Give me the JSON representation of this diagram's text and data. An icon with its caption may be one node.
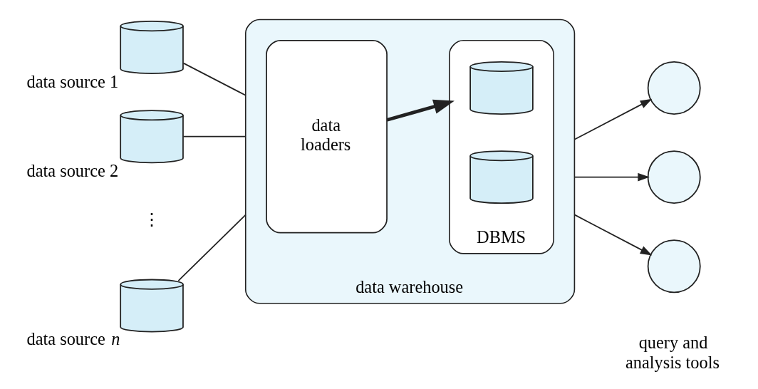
{
  "diagram": {
    "nodes": [
      {
        "text": [],
        "shape": "cylinder",
        "beside": [
          "data source 1"
        ]
      },
      {
        "text": [],
        "shape": "cylinder",
        "beside": [
          "data source 2"
        ]
      },
      {
        "text": [],
        "shape": "cylinder",
        "beside": [
          "data source *n*"
        ]
      },
      {
        "text": [
          "data warehouse"
        ]
      },
      {
        "text": [
          "data loaders"
        ],
        "in": 3
      },
      {
        "text": [
          "DBMS"
        ],
        "in": 3
      },
      {
        "text": [],
        "shape": "cylinder",
        "in": 5
      },
      {
        "text": [],
        "shape": "cylinder",
        "in": 5
      },
      {
        "text": [],
        "shape": "circle"
      },
      {
        "text": [],
        "shape": "circle"
      },
      {
        "text": [],
        "shape": "circle"
      }
    ],
    "edges": [
      {
        "from": 0,
        "to": 3,
        "arrow": "none"
      },
      {
        "from": 1,
        "to": 3,
        "arrow": "none"
      },
      {
        "from": 2,
        "to": 3,
        "arrow": "none"
      },
      {
        "from": 4,
        "to": 5,
        "arrow": "to",
        "style": "thick"
      },
      {
        "from": 3,
        "to": 8,
        "arrow": "to"
      },
      {
        "from": 3,
        "to": 9,
        "arrow": "to"
      },
      {
        "from": 3,
        "to": 10,
        "arrow": "to"
      }
    ],
    "labels": [
      "⋮",
      "query and analysis tools"
    ]
  }
}
